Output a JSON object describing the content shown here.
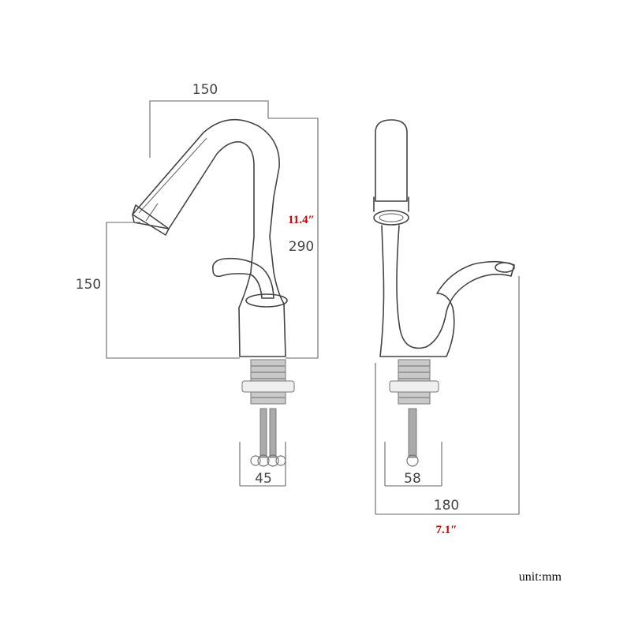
{
  "dimensions": {
    "side_top_width": "150",
    "side_spout_height": "150",
    "side_total_height": "290",
    "side_total_height_inch": "11.4″",
    "side_base_width": "45",
    "front_base_width": "58",
    "front_total_width": "180",
    "front_total_width_inch": "7.1″"
  },
  "unit_label": "unit:mm",
  "colors": {
    "line": "#444444",
    "imperial_annotation": "#d40000"
  }
}
